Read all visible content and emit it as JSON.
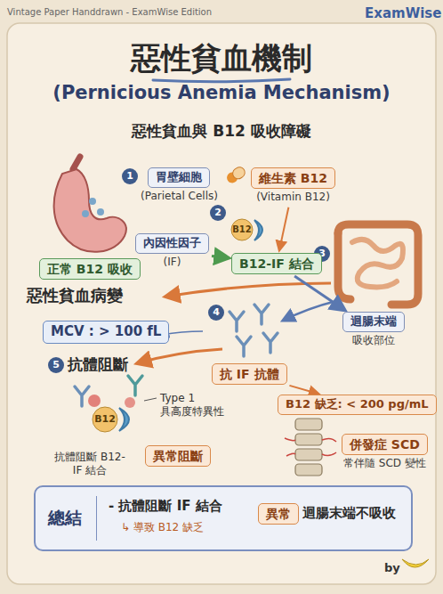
{
  "diagram": {
    "title": "惡性貧血機制",
    "nodes": [
      {
        "text": [
          "胃壁細胞",
          "(Parietal Cells)"
        ]
      },
      {
        "text": [
          "內因性因子",
          "(IF)"
        ]
      },
      {
        "text": [
          "維生素 B12",
          "(Vitamin B12)"
        ]
      },
      {
        "text": [
          "B12-IF 結合"
        ]
      },
      {
        "text": [
          "正常 B12 吸收"
        ]
      },
      {
        "text": [
          "迴腸末端",
          "吸收部位"
        ]
      },
      {
        "text": [
          "MCV : > 100 fL"
        ]
      },
      {
        "text": [
          "抗 IF 抗體"
        ]
      },
      {
        "text": [
          "B12 缺乏: < 200 pg/mL"
        ]
      },
      {
        "text": [
          "併發症 SCD",
          "常伴隨 SCD 變性"
        ]
      },
      {
        "text": [
          "異常阻斷"
        ]
      },
      {
        "text": [
          "總結",
          "- 抗體阻斷 IF 結合",
          "↳ 導致 B12 缺乏",
          "迴腸末端不吸收"
        ]
      },
      {
        "text": [
          "異常"
        ],
        "in": 11
      }
    ],
    "edges": [
      {
        "from": 1,
        "to": 3,
        "arrow": "to"
      },
      {
        "from": 2,
        "to": 3,
        "arrow": "to"
      },
      {
        "from": 3,
        "to": 5,
        "arrow": "to"
      },
      {
        "from": 7,
        "to": 8,
        "arrow": "to"
      }
    ],
    "labels": [
      "Vintage Paper Handdrawn - ExamWise Edition",
      "ExamWise",
      "(Pernicious Anemia Mechanism)",
      "惡性貧血與 B12 吸收障礙",
      "1",
      "2",
      "3",
      "惡性貧血病變",
      "4",
      "5",
      "抗體阻斷",
      "B12",
      "B12",
      "Type 1 具高度特異性",
      "抗體阻斷 B12-IF 結合",
      "by"
    ]
  }
}
